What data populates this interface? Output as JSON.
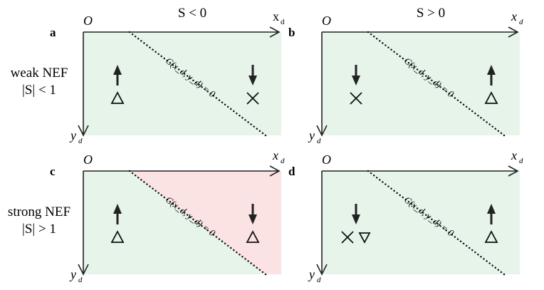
{
  "column_headers": {
    "left": "S < 0",
    "right": "S > 0"
  },
  "row_labels": [
    {
      "line1": "weak NEF",
      "line2": "|S| < 1"
    },
    {
      "line1": "strong NEF",
      "line2": "|S| > 1"
    }
  ],
  "axis": {
    "origin": "O",
    "x": "x",
    "x_sub": "d",
    "y": "y",
    "y_sub": "d"
  },
  "boundary_label": "C(x_d, y_d) = 0",
  "colors": {
    "green": "#e6f4ea",
    "pink": "#fbe3e4",
    "axis": "#222222"
  },
  "panels": [
    {
      "letter": "a",
      "x_upright": true,
      "pink_region": false,
      "left": {
        "arrow": "up",
        "symbols": [
          "triangle-up"
        ]
      },
      "right": {
        "arrow": "down",
        "symbols": [
          "cross"
        ]
      }
    },
    {
      "letter": "b",
      "x_upright": false,
      "pink_region": false,
      "left": {
        "arrow": "down",
        "symbols": [
          "cross"
        ]
      },
      "right": {
        "arrow": "up",
        "symbols": [
          "triangle-up"
        ]
      }
    },
    {
      "letter": "c",
      "x_upright": false,
      "pink_region": true,
      "left": {
        "arrow": "up",
        "symbols": [
          "triangle-up"
        ]
      },
      "right": {
        "arrow": "down",
        "symbols": [
          "triangle-up"
        ]
      }
    },
    {
      "letter": "d",
      "x_upright": false,
      "pink_region": false,
      "left": {
        "arrow": "down",
        "symbols": [
          "cross",
          "triangle-down"
        ]
      },
      "right": {
        "arrow": "up",
        "symbols": [
          "triangle-up"
        ]
      }
    }
  ]
}
